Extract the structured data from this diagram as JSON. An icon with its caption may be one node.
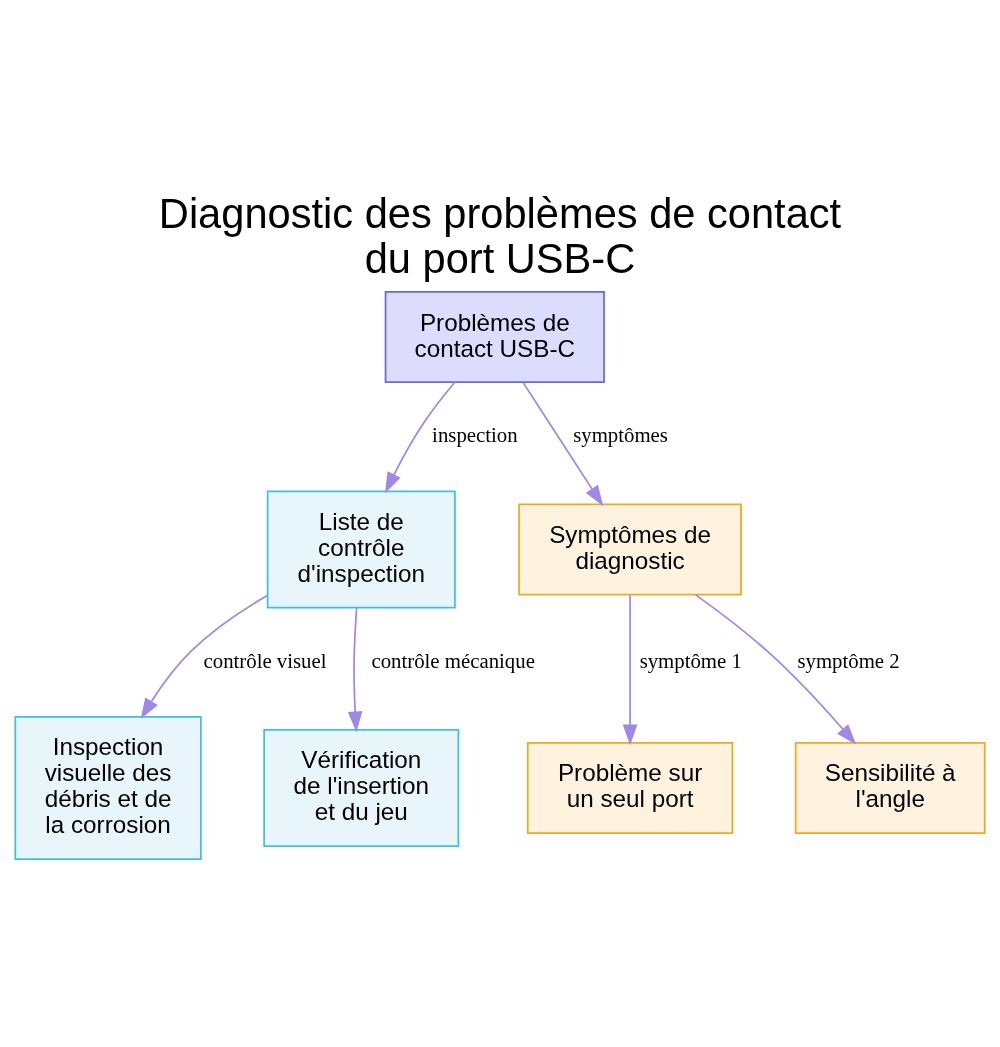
{
  "diagram": {
    "title": "Diagnostic des problèmes de contact du port USB-C",
    "nodes": [
      {
        "text": [
          "Problèmes de contact USB-C"
        ]
      },
      {
        "text": [
          "Liste de contrôle d'inspection"
        ]
      },
      {
        "text": [
          "Symptômes de diagnostic"
        ]
      },
      {
        "text": [
          "Inspection visuelle des débris et de la corrosion"
        ]
      },
      {
        "text": [
          "Vérification de l'insertion et du jeu"
        ]
      },
      {
        "text": [
          "Problème sur un seul port"
        ]
      },
      {
        "text": [
          "Sensibilité à l'angle"
        ]
      }
    ],
    "edges": [
      {
        "from": 0,
        "to": 1,
        "arrow": "to",
        "label": "inspection"
      },
      {
        "from": 0,
        "to": 2,
        "arrow": "to",
        "label": "symptômes"
      },
      {
        "from": 1,
        "to": 3,
        "arrow": "to",
        "label": "contrôle visuel"
      },
      {
        "from": 1,
        "to": 4,
        "arrow": "to",
        "label": "contrôle mécanique"
      },
      {
        "from": 2,
        "to": 5,
        "arrow": "to",
        "label": "symptôme 1"
      },
      {
        "from": 2,
        "to": 6,
        "arrow": "to",
        "label": "symptôme 2"
      }
    ]
  }
}
